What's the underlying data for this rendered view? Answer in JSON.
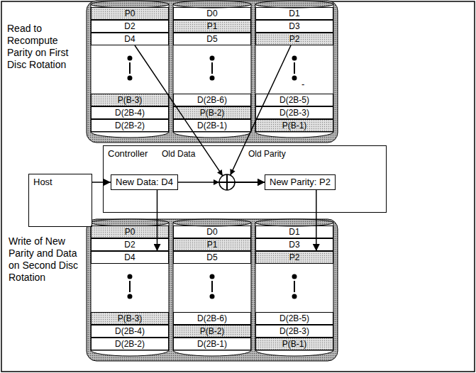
{
  "diagram": {
    "nodes": [
      {
        "text": [
          "P0"
        ]
      },
      {
        "text": [
          "D0"
        ]
      },
      {
        "text": [
          "D1"
        ]
      },
      {
        "text": [
          "D2"
        ]
      },
      {
        "text": [
          "P1"
        ]
      },
      {
        "text": [
          "D3"
        ]
      },
      {
        "text": [
          "D4"
        ]
      },
      {
        "text": [
          "D5"
        ]
      },
      {
        "text": [
          "P2"
        ]
      },
      {
        "text": [
          "P(B-3)"
        ]
      },
      {
        "text": [
          "D(2B-6)"
        ]
      },
      {
        "text": [
          "D(2B-5)"
        ]
      },
      {
        "text": [
          "D(2B-4)"
        ]
      },
      {
        "text": [
          "P(B-2)"
        ]
      },
      {
        "text": [
          "D(2B-3)"
        ]
      },
      {
        "text": [
          "D(2B-2)"
        ]
      },
      {
        "text": [
          "D(2B-1)"
        ]
      },
      {
        "text": [
          "P(B-1)"
        ]
      },
      {
        "text": [
          "Host"
        ]
      },
      {
        "text": [
          "Controller"
        ]
      },
      {
        "text": [
          "New Data: D4"
        ],
        "in": 19
      },
      {
        "text": [
          "New Parity: P2"
        ],
        "in": 19
      },
      {
        "text": [
          "P0"
        ]
      },
      {
        "text": [
          "D0"
        ]
      },
      {
        "text": [
          "D1"
        ]
      },
      {
        "text": [
          "D2"
        ]
      },
      {
        "text": [
          "P1"
        ]
      },
      {
        "text": [
          "D3"
        ]
      },
      {
        "text": [
          "D4"
        ]
      },
      {
        "text": [
          "D5"
        ]
      },
      {
        "text": [
          "P2"
        ]
      },
      {
        "text": [
          "P(B-3)"
        ]
      },
      {
        "text": [
          "D(2B-6)"
        ]
      },
      {
        "text": [
          "D(2B-5)"
        ]
      },
      {
        "text": [
          "D(2B-4)"
        ]
      },
      {
        "text": [
          "P(B-2)"
        ]
      },
      {
        "text": [
          "D(2B-3)"
        ]
      },
      {
        "text": [
          "D(2B-2)"
        ]
      },
      {
        "text": [
          "D(2B-1)"
        ]
      },
      {
        "text": [
          "P(B-1)"
        ]
      }
    ],
    "edges": [
      {
        "from": 18,
        "to": 20,
        "arrow": "to"
      },
      {
        "from": 6,
        "to": 21,
        "arrow": "to"
      },
      {
        "from": 8,
        "to": 21,
        "arrow": "to"
      },
      {
        "from": 20,
        "to": 21,
        "arrow": "to"
      },
      {
        "from": 20,
        "to": 28,
        "arrow": "to"
      },
      {
        "from": 21,
        "to": 30,
        "arrow": "to"
      }
    ],
    "labels": [
      "Read to Recompute Parity on First Disc Rotation",
      "-",
      "Old Data",
      "Old Parity",
      "Write of New Parity and Data on Second Disc Rotation"
    ]
  }
}
